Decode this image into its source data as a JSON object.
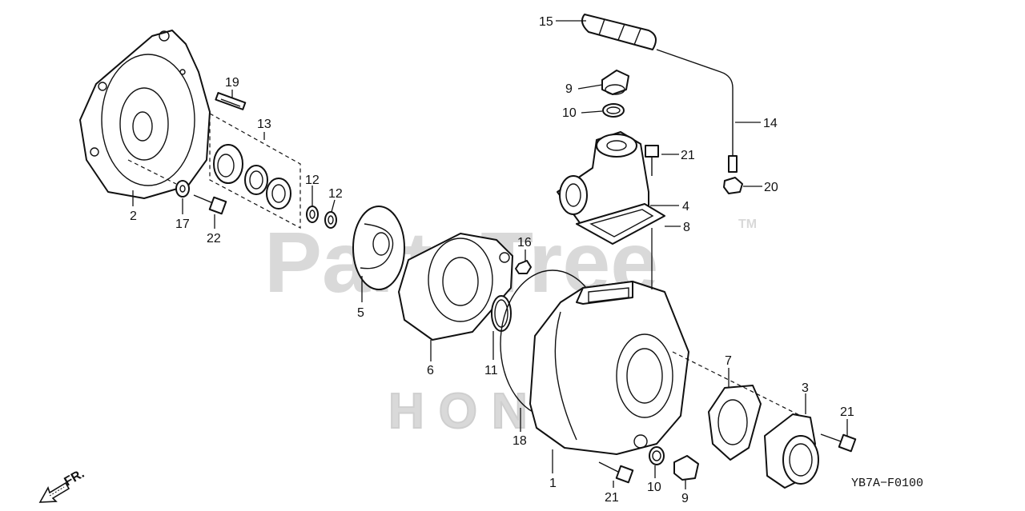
{
  "watermark": {
    "brand": "PartsTree",
    "trademark": "TM",
    "maker": "HONDA"
  },
  "diagram_code": "YB7A−F0100",
  "front_arrow_label": "FR.",
  "callouts": {
    "p1": "1",
    "p2": "2",
    "p3": "3",
    "p4": "4",
    "p5": "5",
    "p6": "6",
    "p7": "7",
    "p8": "8",
    "p9a": "9",
    "p9b": "9",
    "p10a": "10",
    "p10b": "10",
    "p11": "11",
    "p12a": "12",
    "p12b": "12",
    "p13": "13",
    "p14": "14",
    "p15": "15",
    "p16": "16",
    "p17": "17",
    "p18": "18",
    "p19": "19",
    "p20": "20",
    "p21a": "21",
    "p21b": "21",
    "p21c": "21",
    "p22": "22"
  }
}
